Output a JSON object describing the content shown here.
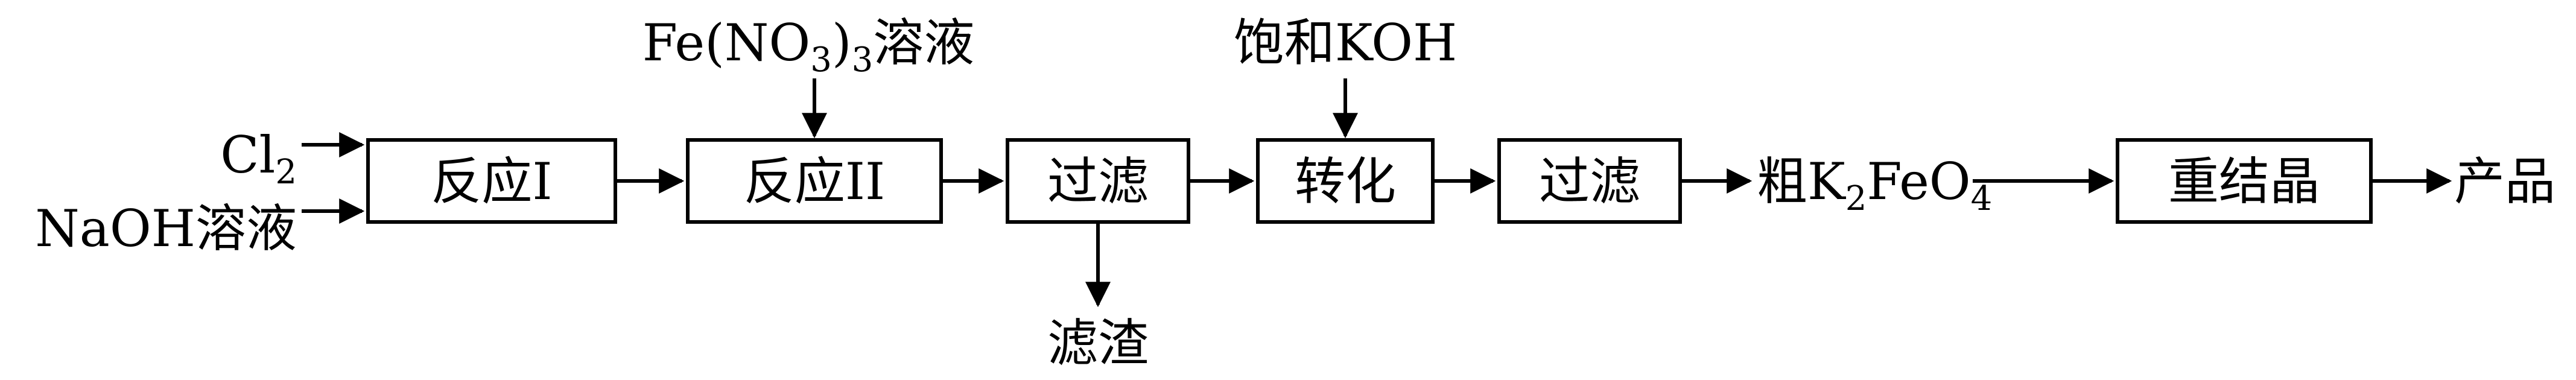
{
  "inputs": {
    "cl2": "Cl",
    "cl2_sub": "2",
    "naoh": "NaOH溶液",
    "fe_no3_prefix": "Fe(NO",
    "fe_no3_sub1": "3",
    "fe_no3_mid": ")",
    "fe_no3_sub2": "3",
    "fe_no3_suffix": "溶液",
    "koh": "饱和KOH"
  },
  "boxes": {
    "reaction1": "反应I",
    "reaction2": "反应II",
    "filter1": "过滤",
    "conversion": "转化",
    "filter2": "过滤",
    "recrystallize": "重结晶"
  },
  "outputs": {
    "residue": "滤渣",
    "crude_prefix": "粗K",
    "crude_sub1": "2",
    "crude_mid": "FeO",
    "crude_sub2": "4",
    "product": "产品"
  }
}
